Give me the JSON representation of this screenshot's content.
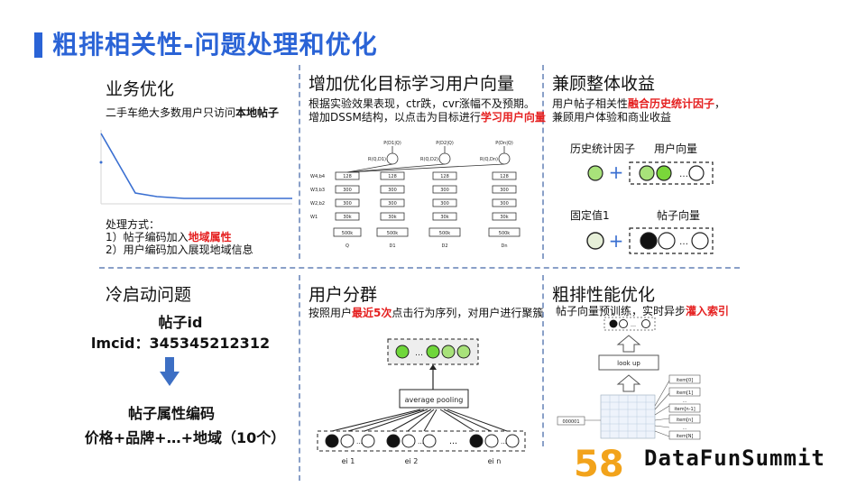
{
  "title": "粗排相关性-问题处理和优化",
  "panels": {
    "p1": {
      "title": "业务优化",
      "line1_prefix": "二手车绝大多数用户只访问",
      "line1_bold": "本地帖子",
      "method_label": "处理方式：",
      "m1_prefix": "1）帖子编码加入",
      "m1_red": "地域属性",
      "m2": "2）用户编码加入展现地域信息"
    },
    "p2": {
      "title": "增加优化目标学习用户向量",
      "line1": "根据实验效果表现，ctr跌，cvr涨幅不及预期。",
      "line2_prefix": "增加DSSM结构，以点击为目标进行",
      "line2_red": "学习用户向量"
    },
    "p3": {
      "title": "兼顾整体收益",
      "line1_prefix": "用户帖子相关性",
      "line1_red": "融合历史统计因子",
      "line1_suffix": "，",
      "line2": "兼顾用户体验和商业收益",
      "label_hist": "历史统计因子",
      "label_user": "用户向量",
      "label_fixed": "固定值1",
      "label_post": "帖子向量"
    },
    "p4": {
      "title": "冷启动问题",
      "post_id": "帖子id",
      "lmcid": "lmcid：345345212312",
      "encode": "帖子属性编码",
      "formula": "价格+品牌+…+地域（10个）"
    },
    "p5": {
      "title": "用户分群",
      "line1_prefix": "按照用户",
      "line1_red": "最近5次",
      "line1_suffix": "点击行为序列，对用户进行聚簇",
      "pool_label": "average pooling",
      "ei1": "ei 1",
      "ei2": "ei 2",
      "ein": "ei n"
    },
    "p6": {
      "title": "粗排性能优化",
      "line1_prefix": "帖子向量预训练，实时异步",
      "line1_red": "灌入索引",
      "lookup": "look up",
      "items": [
        "item[0]",
        "item[1]",
        "…",
        "item[n-1]",
        "item[n]",
        "…",
        "item[N]"
      ],
      "input_label": "000001"
    }
  },
  "dssm": {
    "top": [
      "P(D1|Q)",
      "P(D2|Q)",
      "P(Dn|Q)"
    ],
    "rel": [
      "R(Q,D1)",
      "R(Q,D2)",
      "R(Q,Dn)"
    ],
    "l128": "128",
    "l300": "300",
    "l30k": "30k",
    "l500k": "500k",
    "left": [
      "W4,b4",
      "W3,b3",
      "W2,b2",
      "W1"
    ],
    "bottom": [
      "Q",
      "D1",
      "D2",
      "Dn"
    ]
  },
  "logo": {
    "mark": "58",
    "text": "DataFunSummit"
  }
}
